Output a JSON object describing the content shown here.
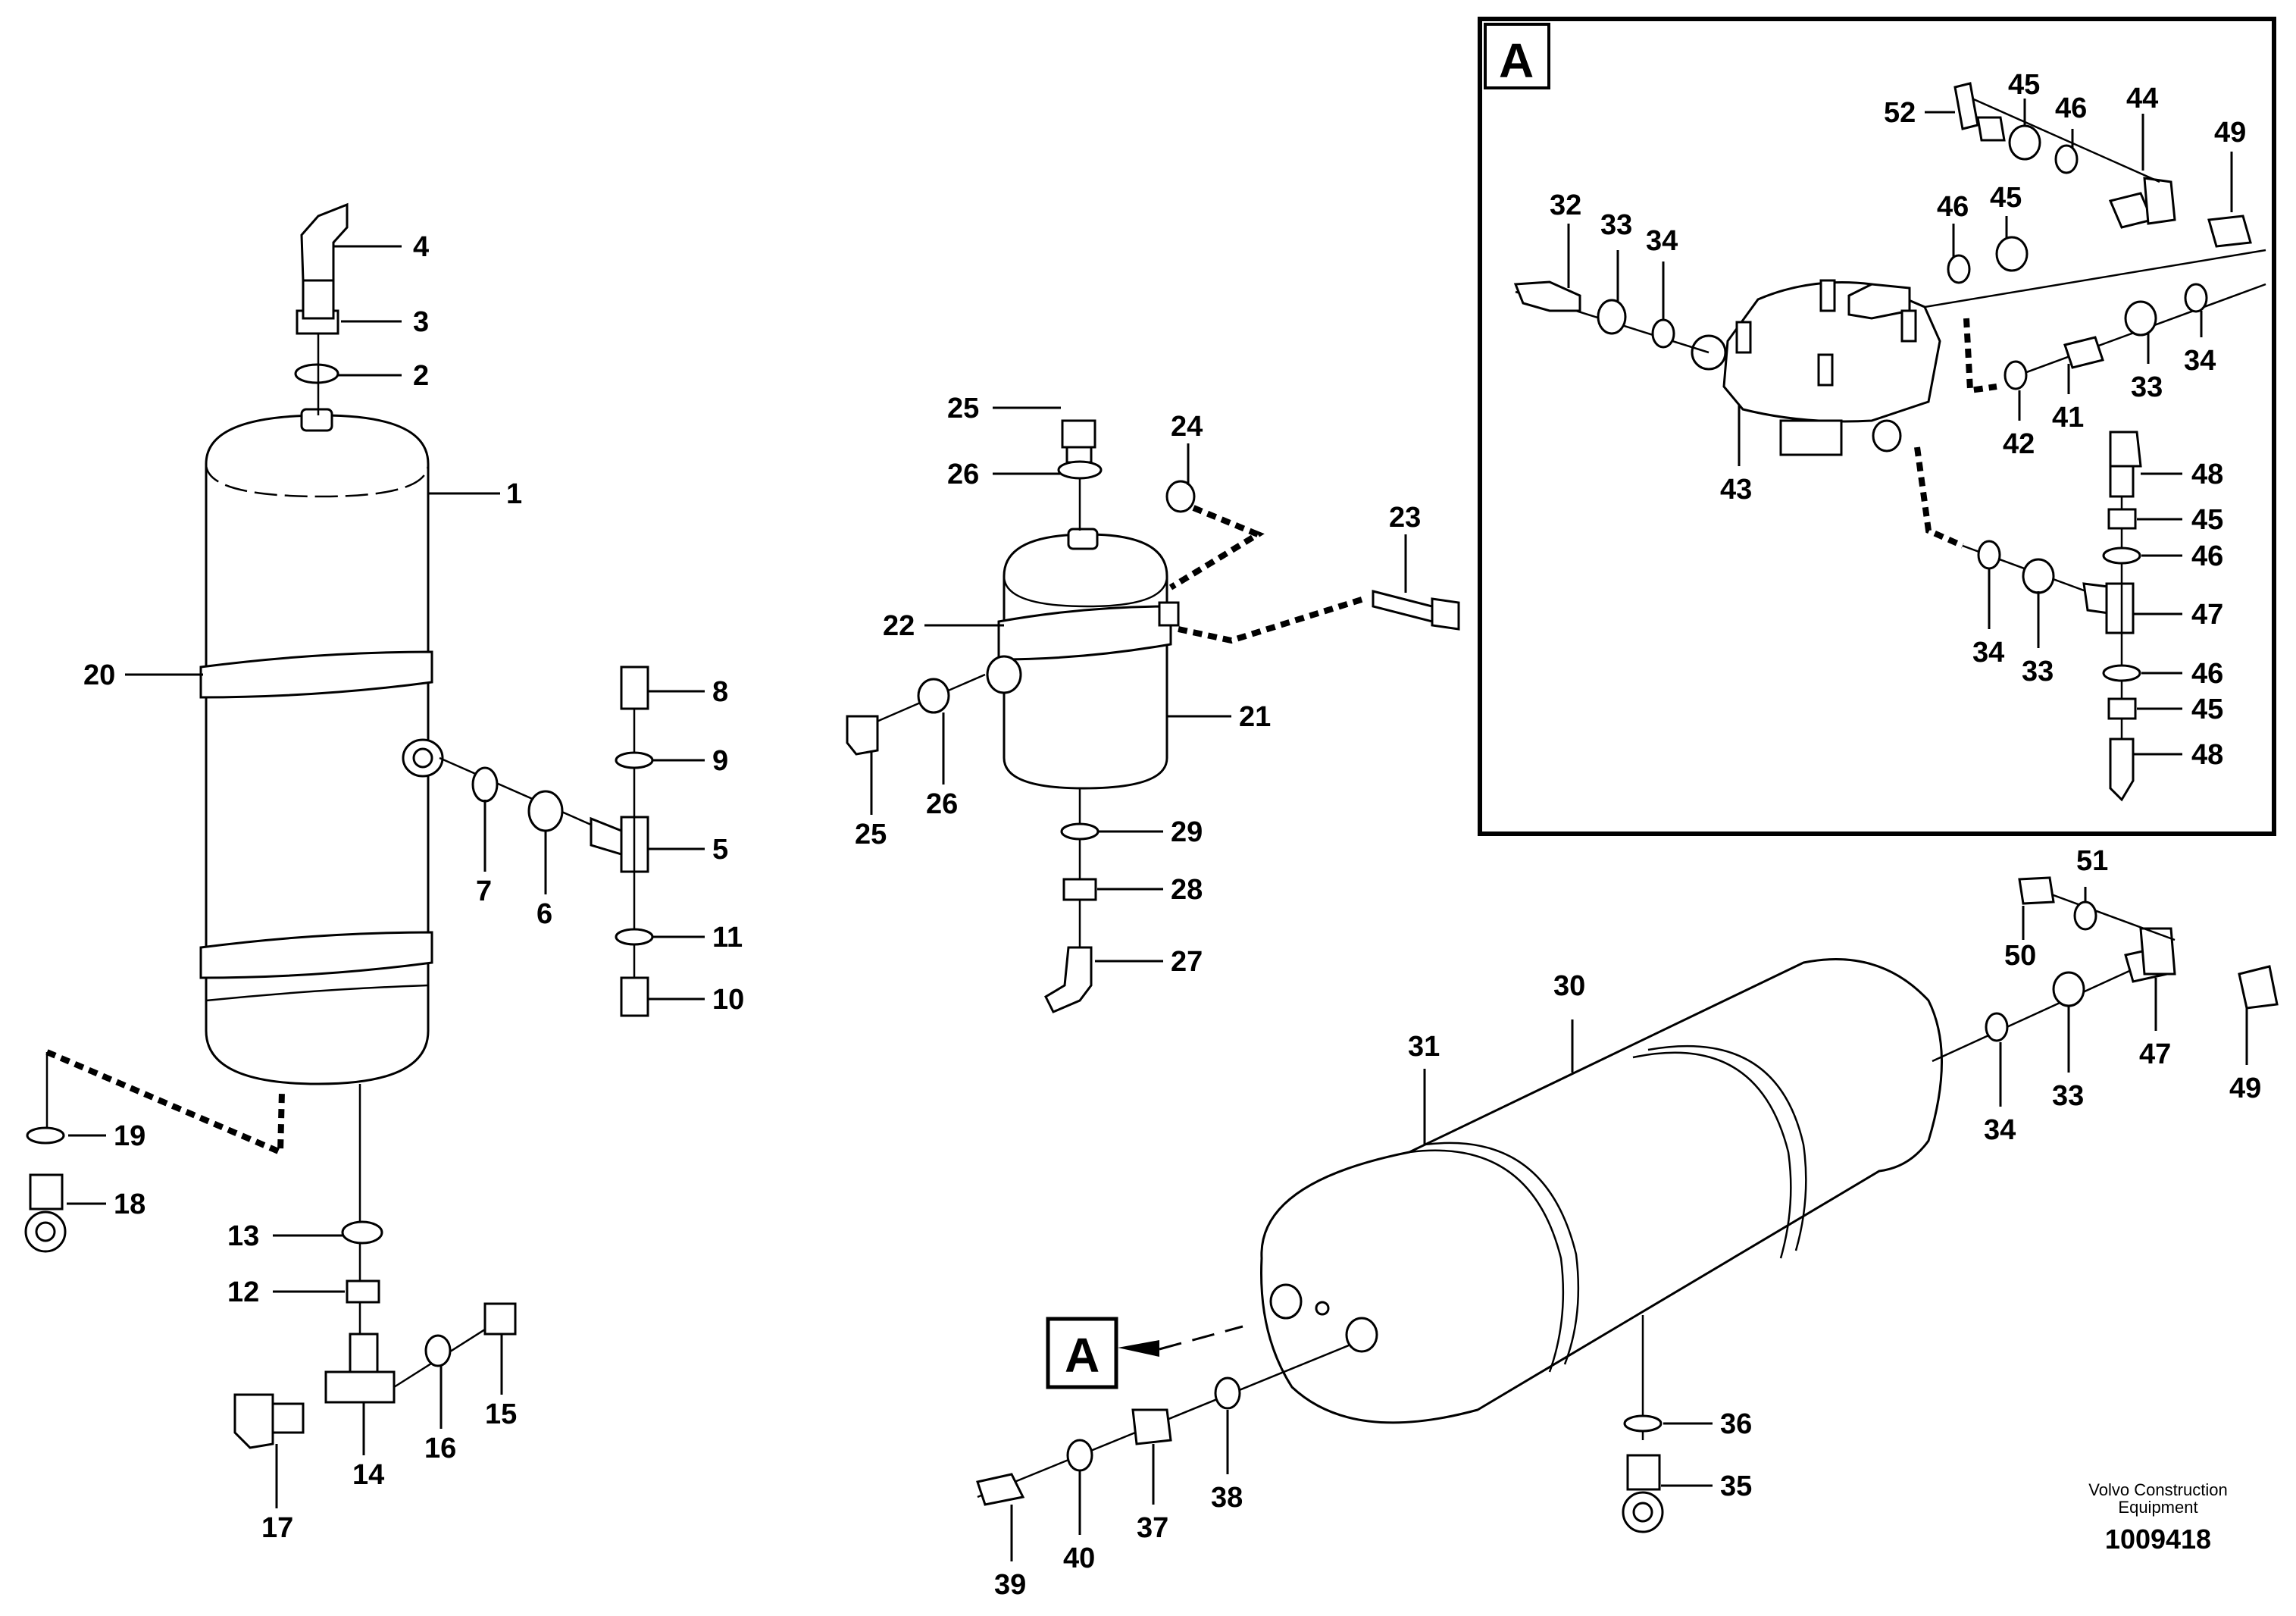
{
  "callouts": {
    "c1": "1",
    "c2": "2",
    "c3": "3",
    "c4": "4",
    "c5": "5",
    "c6": "6",
    "c7": "7",
    "c8": "8",
    "c9": "9",
    "c10": "10",
    "c11": "11",
    "c12": "12",
    "c13": "13",
    "c14": "14",
    "c15": "15",
    "c16": "16",
    "c17": "17",
    "c18": "18",
    "c19": "19",
    "c20": "20",
    "c21": "21",
    "c22": "22",
    "c23": "23",
    "c24": "24",
    "c25a": "25",
    "c25b": "25",
    "c26a": "26",
    "c26b": "26",
    "c27": "27",
    "c28": "28",
    "c29": "29",
    "c30": "30",
    "c31": "31",
    "c32": "32",
    "c33a": "33",
    "c33b": "33",
    "c33c": "33",
    "c33d": "33",
    "c34a": "34",
    "c34b": "34",
    "c34c": "34",
    "c34d": "34",
    "c35": "35",
    "c36": "36",
    "c37": "37",
    "c38": "38",
    "c39": "39",
    "c40": "40",
    "c41": "41",
    "c42": "42",
    "c43": "43",
    "c44": "44",
    "c45a": "45",
    "c45b": "45",
    "c45c": "45",
    "c45d": "45",
    "c46a": "46",
    "c46b": "46",
    "c46c": "46",
    "c46d": "46",
    "c47a": "47",
    "c47b": "47",
    "c48a": "48",
    "c48b": "48",
    "c49a": "49",
    "c49b": "49",
    "c50": "50",
    "c51": "51",
    "c52": "52"
  },
  "detail_label": "A",
  "reference_label": "A",
  "maker_line1": "Volvo Construction",
  "maker_line2": "Equipment",
  "document_number": "1009418"
}
